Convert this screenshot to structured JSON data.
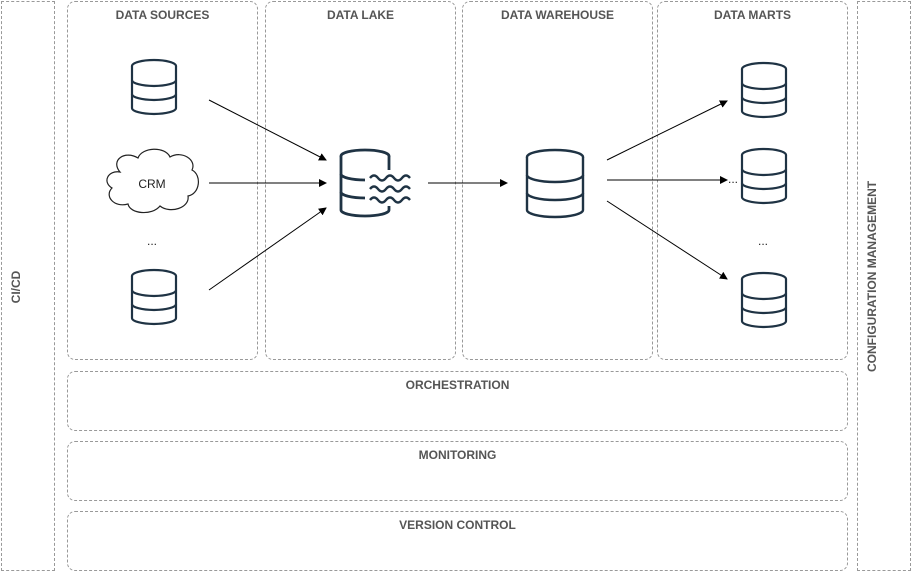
{
  "side": {
    "left_label": "CI/CD",
    "right_label": "CONFIGURATION MANAGEMENT"
  },
  "columns": {
    "sources": "DATA SOURCES",
    "lake": "DATA LAKE",
    "warehouse": "DATA WAREHOUSE",
    "marts": "DATA MARTS"
  },
  "rows": {
    "orchestration": "ORCHESTRATION",
    "monitoring": "MONITORING",
    "version_control": "VERSION CONTROL"
  },
  "nodes": {
    "crm_label": "CRM",
    "ellipsis": "..."
  },
  "colors": {
    "icon_stroke": "#1f3344",
    "border": "#999999",
    "label_text": "#555555"
  }
}
